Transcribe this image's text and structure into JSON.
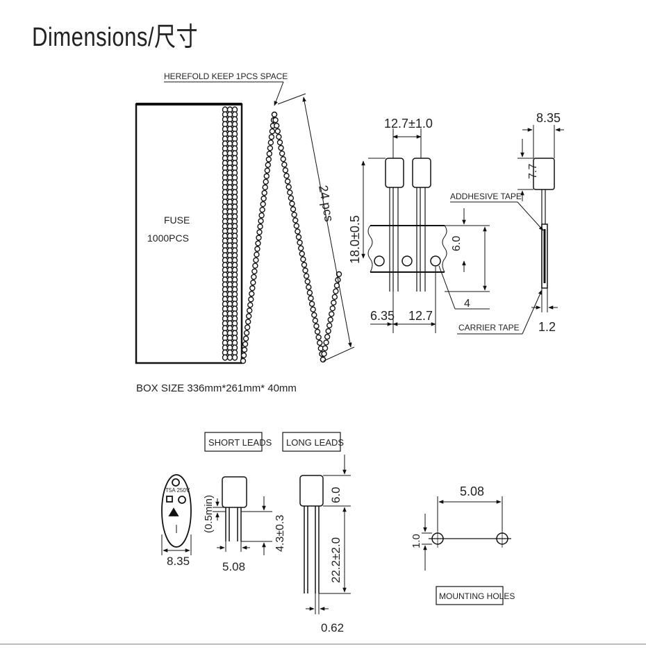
{
  "title": "Dimensions/尺寸",
  "packaging": {
    "herefold_note": "HEREFOLD KEEP 1PCS SPACE",
    "box_label_line1": "FUSE",
    "box_label_line2": "1000PCS",
    "count_label": "24 pcs",
    "box_size": "BOX SIZE 336mm*261mm* 40mm"
  },
  "taping": {
    "pitch_top": "12.7±1.0",
    "height": "18.0±0.5",
    "tape_width": "6.0",
    "hole_offset": "6.35",
    "hole_pitch": "12.7",
    "hole_dia": "4"
  },
  "side_view": {
    "width": "8.35",
    "body_height": "7.7",
    "adhesive_tape": "ADDHESIVE TAPE",
    "carrier_tape": "CARRIER TAPE",
    "thickness": "1.2"
  },
  "leads": {
    "short_title": "SHORT LEADS",
    "long_title": "LONG LEADS",
    "marking": "T5A 250V",
    "diameter": "8.35",
    "standoff": "(0.5min)",
    "short_length": "4.3±0.3",
    "lead_spacing": "5.08",
    "body_height": "6.0",
    "long_length": "22.2±2.0",
    "lead_dia": "0.62"
  },
  "mounting": {
    "spacing": "5.08",
    "hole_dia": "1.0",
    "title": "MOUNTING HOLES"
  }
}
